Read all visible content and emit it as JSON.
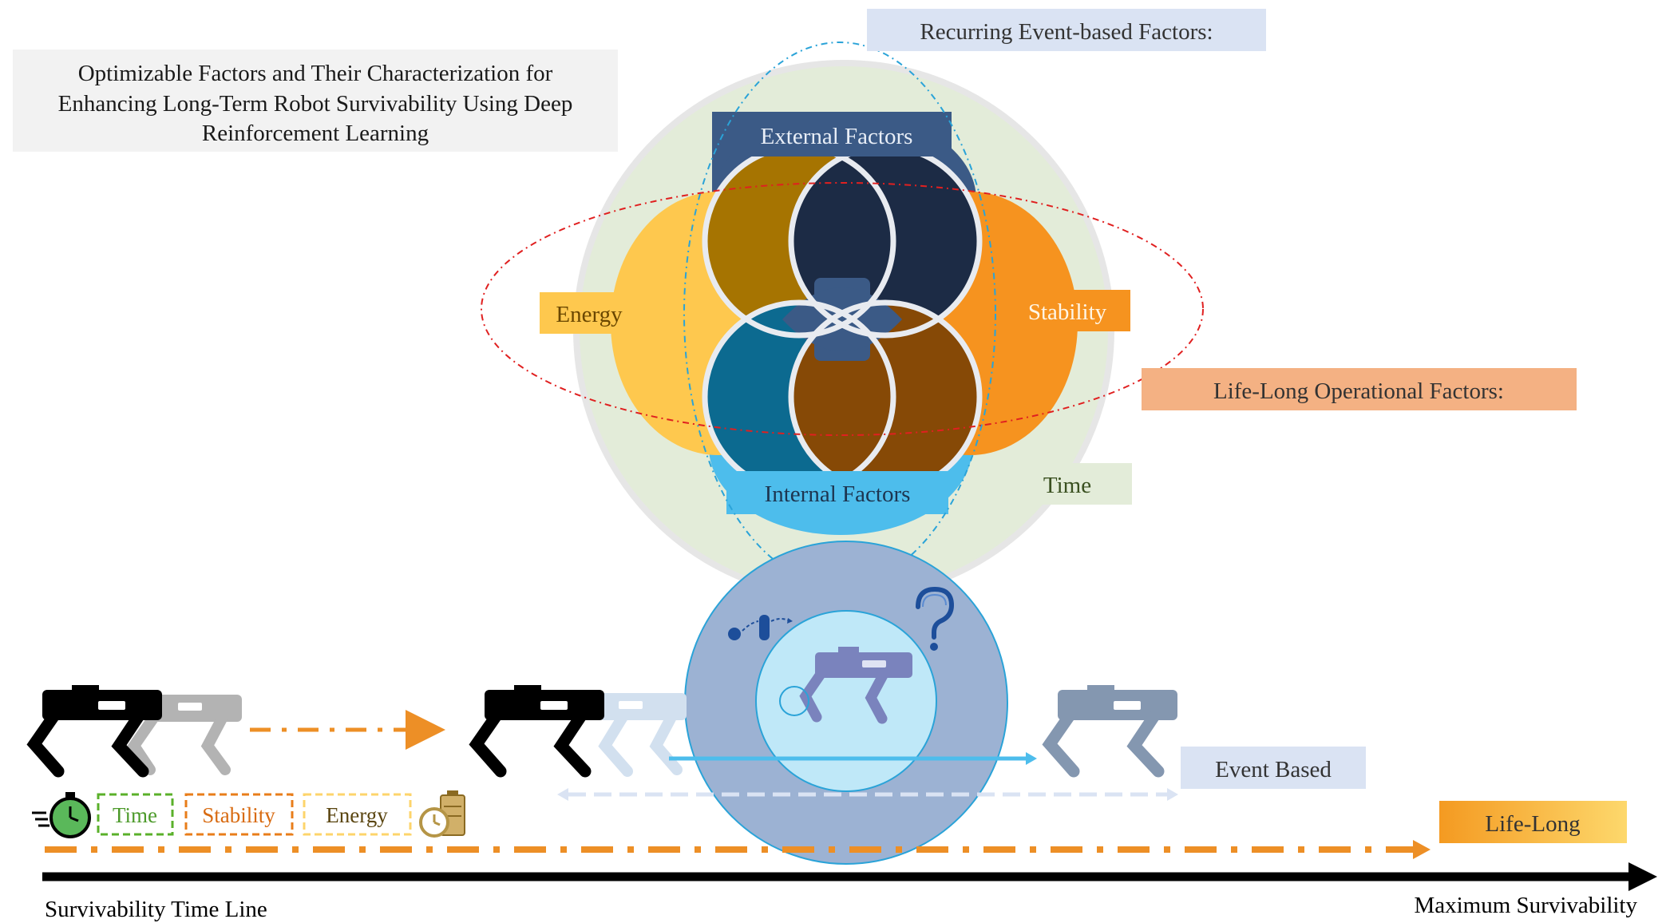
{
  "title": {
    "line1": "Optimizable Factors and Their Characterization for",
    "line2": "Enhancing Long-Term Robot Survivability Using Deep",
    "line3": "Reinforcement Learning"
  },
  "venn": {
    "external": "External Factors",
    "internal": "Internal Factors",
    "energy": "Energy",
    "stability": "Stability",
    "time": "Time"
  },
  "legend": {
    "recurring": "Recurring Event-based Factors:",
    "lifelong_ops": "Life-Long Operational Factors:"
  },
  "timeline": {
    "tag_time": "Time",
    "tag_stability": "Stability",
    "tag_energy": "Energy",
    "event_based": "Event Based",
    "life_long": "Life-Long",
    "axis_label": "Survivability Time Line",
    "axis_end": "Maximum Survivability"
  },
  "colors": {
    "external": "#3b5a86",
    "internal": "#4dbdec",
    "energy": "#fec84e",
    "stability": "#f6931f",
    "time_bg": "#e3ecd9",
    "energy_external": "#a67401",
    "external_stability": "#1c2b45",
    "energy_internal": "#0c6a90",
    "stability_internal": "#864906",
    "recurring_box": "#dae3f3",
    "lifelong_box": "#f4b183",
    "orange_arrow": "#ed8f26",
    "robot_black": "#000000"
  },
  "icons": [
    "stopwatch-icon",
    "battery-clock-icon",
    "question-mark-icon",
    "robot-dog-icon",
    "footstep-path-icon"
  ]
}
